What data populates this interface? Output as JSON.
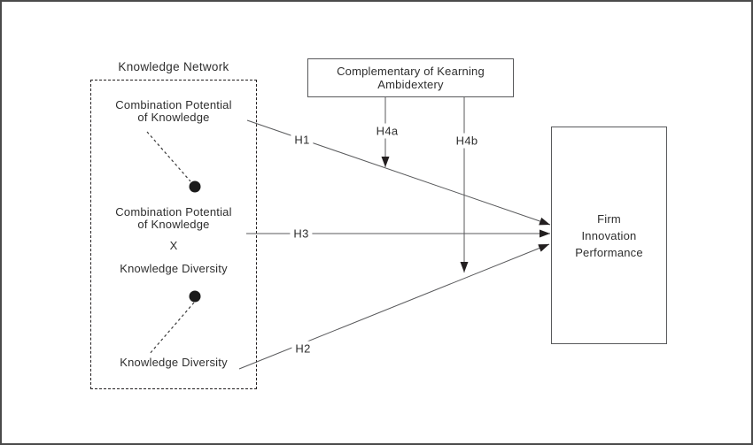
{
  "knowledge_network": {
    "title": "Knowledge Network",
    "node_combination_potential": [
      "Combination Potential",
      "of Knowledge"
    ],
    "node_interaction": [
      "Combination Potential",
      "of Knowledge",
      "X",
      "Knowledge Diversity"
    ],
    "node_knowledge_diversity": "Knowledge Diversity"
  },
  "moderator": {
    "label_lines": [
      "Complementary of Kearning",
      "Ambidextery"
    ]
  },
  "outcome": {
    "label_lines": [
      "Firm",
      "Innovation",
      "Performance"
    ]
  },
  "hypotheses": {
    "h1": "H1",
    "h2": "H2",
    "h3": "H3",
    "h4a": "H4a",
    "h4b": "H4b"
  },
  "colors": {
    "line": "#58595b",
    "arrowhead": "#231f20",
    "text": "#2e2e2e",
    "dot": "#1a1a1a",
    "frame_border": "#4a4a4a",
    "background": "#ffffff"
  }
}
